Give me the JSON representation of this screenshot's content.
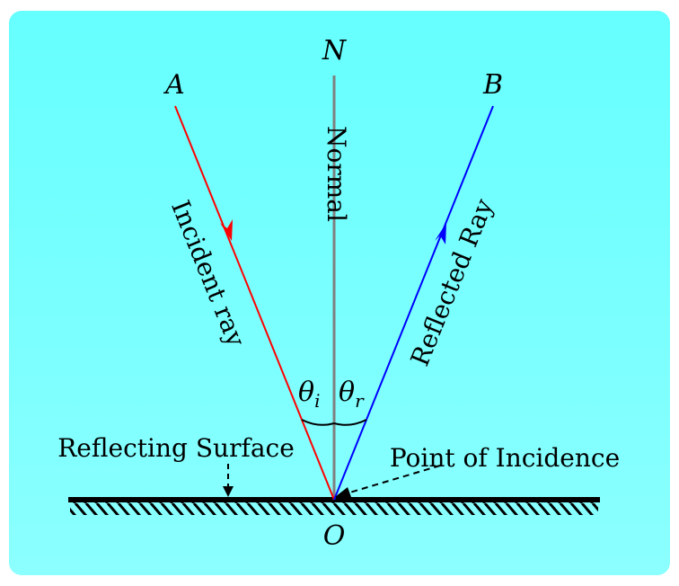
{
  "labels": {
    "point_a": "A",
    "point_b": "B",
    "point_n": "N",
    "point_o": "O",
    "normal": "Normal",
    "incident_ray": "Incident ray",
    "reflected_ray": "Reflected Ray",
    "theta_i_symbol": "θ",
    "theta_i_sub": "i",
    "theta_r_symbol": "θ",
    "theta_r_sub": "r",
    "reflecting_surface": "Reflecting Surface",
    "point_of_incidence": "Point of Incidence"
  },
  "colors": {
    "background_top": "#66ffff",
    "background_bottom": "#8cffff",
    "incident_ray": "#ff0000",
    "reflected_ray": "#0000ff",
    "normal": "#808080",
    "surface": "#000000"
  }
}
